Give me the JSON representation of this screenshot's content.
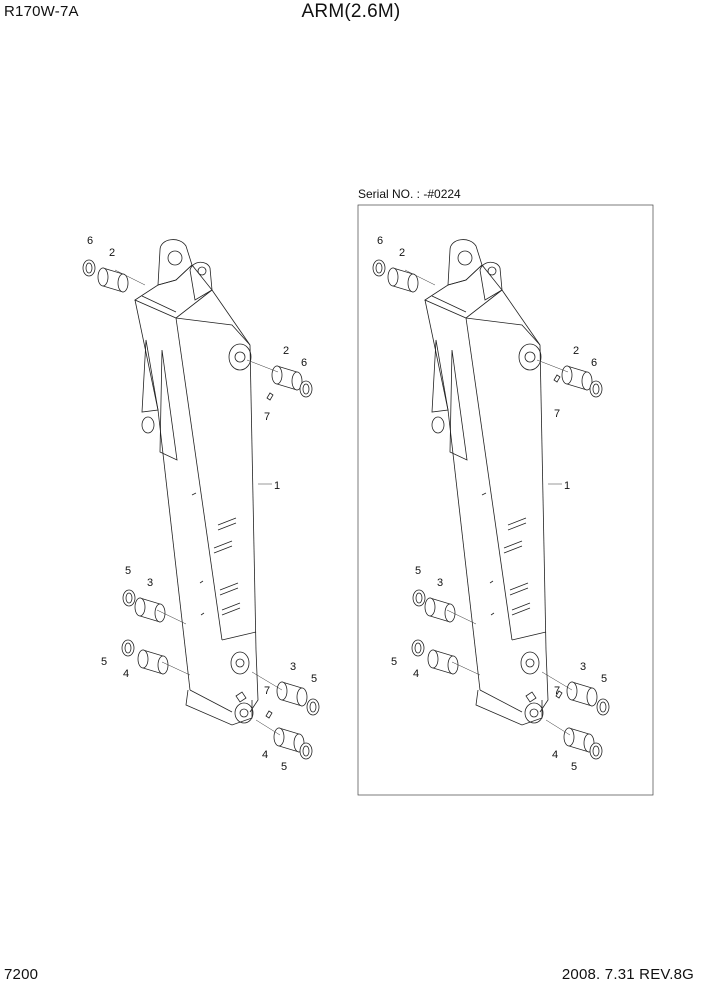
{
  "header": {
    "model": "R170W-7A",
    "title": "ARM(2.6M)"
  },
  "footer": {
    "page": "7200",
    "revision": "2008. 7.31  REV.8G"
  },
  "variant_box": {
    "label": "Serial NO. : -#0224"
  },
  "callouts": {
    "arm": "1",
    "bushing_top": "2",
    "bushing_mid": "3",
    "bushing_low": "4",
    "shim_low": "5",
    "shim_top": "6",
    "grease_nipple": "7"
  },
  "colors": {
    "line": "#222222",
    "background": "#ffffff"
  }
}
